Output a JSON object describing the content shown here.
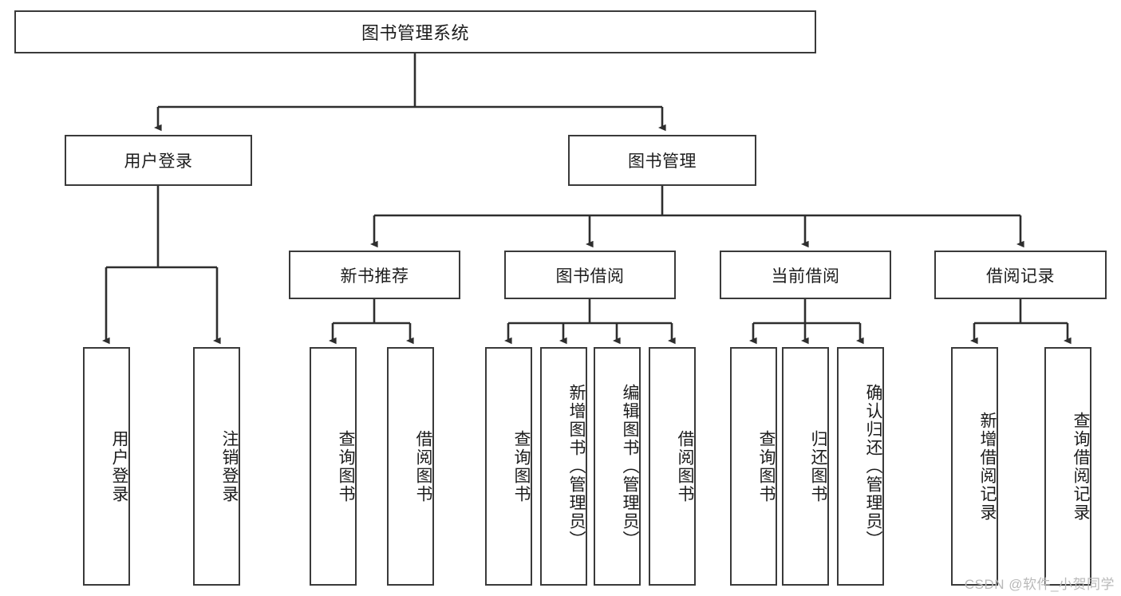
{
  "diagram": {
    "title": "图书管理系统",
    "type": "tree-hierarchy",
    "watermark": "CSDN @软件_小贺同学",
    "colors": {
      "box_border": "#3a3a3a",
      "box_fill": "#ffffff",
      "edge": "#2e2e2e",
      "text": "#1c1c1c",
      "watermark": "#b9b9b9"
    },
    "root": {
      "label": "图书管理系统"
    },
    "level2": [
      {
        "label": "用户登录"
      },
      {
        "label": "图书管理"
      }
    ],
    "level3": [
      {
        "label": "新书推荐"
      },
      {
        "label": "图书借阅"
      },
      {
        "label": "当前借阅"
      },
      {
        "label": "借阅记录"
      }
    ],
    "leaves": {
      "user_login": [
        {
          "label": "用户登录"
        },
        {
          "label": "注销登录"
        }
      ],
      "new_book_recommend": [
        {
          "label": "查询图书"
        },
        {
          "label": "借阅图书"
        }
      ],
      "book_borrow": [
        {
          "label": "查询图书"
        },
        {
          "label": "新增图书（管理员）"
        },
        {
          "label": "编辑图书（管理员）"
        },
        {
          "label": "借阅图书"
        }
      ],
      "current_borrow": [
        {
          "label": "查询图书"
        },
        {
          "label": "归还图书"
        },
        {
          "label": "确认归还（管理员）"
        }
      ],
      "borrow_record": [
        {
          "label": "新增借阅记录"
        },
        {
          "label": "查询借阅记录"
        }
      ]
    }
  }
}
